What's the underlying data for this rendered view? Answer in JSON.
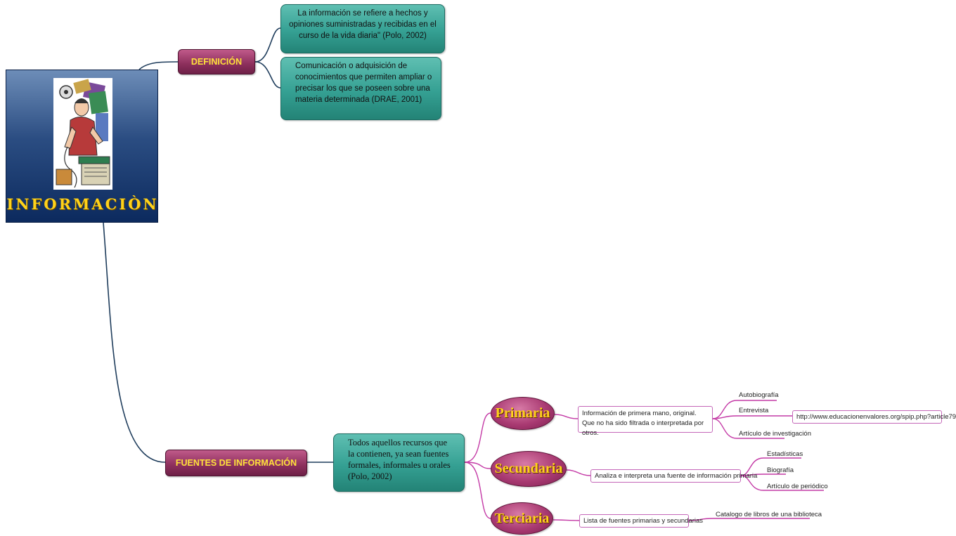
{
  "central": {
    "title": "INFORMACIÒN",
    "image": "illustration-person-reading-icon"
  },
  "definicion": {
    "label": "DEFINICIÓN",
    "notes": [
      "La información se refiere a hechos y opiniones suministradas y recibidas en el curso de la vida diaria\" (Polo, 2002)",
      "Comunicación o adquisición de conocimientos que permiten ampliar o precisar los que se poseen sobre una materia determinada (DRAE, 2001)"
    ]
  },
  "fuentes": {
    "label": "FUENTES DE INFORMACIÓN",
    "note": "Todos aquellos recursos que la contienen, ya sean fuentes formales, informales u orales (Polo, 2002)",
    "primaria": {
      "label": "Primaria",
      "description": "Información de primera mano, original.  Que no ha sido filtrada o interpretada por otros.",
      "leaves": [
        "Autobiografía",
        "Entrevista",
        "Artículo de investigación"
      ],
      "url": "http://www.educacionenvalores.org/spip.php?article79"
    },
    "secundaria": {
      "label": "Secundaria",
      "description": "Analiza e interpreta una fuente de información primaria",
      "leaves": [
        "Estadísticas",
        "Biografía",
        "Artículo de periódico"
      ]
    },
    "terciaria": {
      "label": "Terciaria",
      "description": "Lista de fuentes primarias y secundarias",
      "leaves": [
        "Catalogo de libros de una biblioteca"
      ]
    }
  },
  "colors": {
    "connector_dark": "#1f3d5c",
    "connector_magenta": "#c43aa6",
    "topic_yellow": "#ffd21a"
  }
}
